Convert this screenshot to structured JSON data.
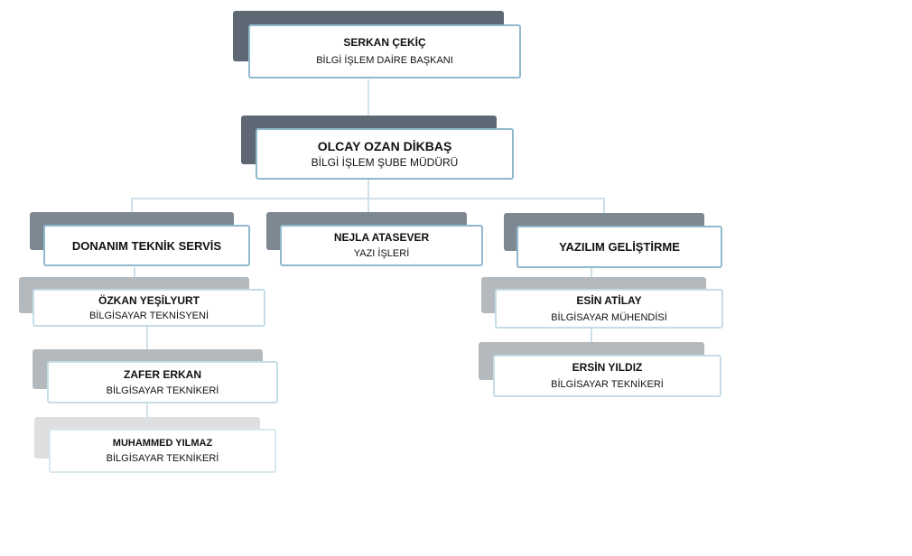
{
  "colors": {
    "dark_shadow": "#5d6874",
    "mid_shadow": "#7e8893",
    "light_shadow": "#b4b9be",
    "pale_shadow": "#dcdee0",
    "card_border": "#8fb9cc",
    "connector": "#cfe0e8"
  },
  "nodes": {
    "serkan": {
      "name": "SERKAN ÇEKİÇ",
      "title": "BİLGİ İŞLEM DAİRE BAŞKANI"
    },
    "olcay": {
      "name": "OLCAY OZAN DİKBAŞ",
      "title": "BİLGİ İŞLEM ŞUBE MÜDÜRÜ"
    },
    "donanim": {
      "name": "DONANIM TEKNİK SERVİS"
    },
    "nejla": {
      "name": "NEJLA ATASEVER",
      "title": "YAZI İŞLERİ"
    },
    "yazilim": {
      "name": "YAZILIM GELİŞTİRME"
    },
    "ozkan": {
      "name": "ÖZKAN YEŞİLYURT",
      "title": "BİLGİSAYAR TEKNİSYENİ"
    },
    "zafer": {
      "name": "ZAFER ERKAN",
      "title": "BİLGİSAYAR TEKNİKERİ"
    },
    "muhammed": {
      "name": "MUHAMMED YILMAZ",
      "title": "BİLGİSAYAR TEKNİKERİ"
    },
    "esin": {
      "name": "ESİN ATİLAY",
      "title": "BİLGİSAYAR MÜHENDİSİ"
    },
    "ersin": {
      "name": "ERSİN YILDIZ",
      "title": "BİLGİSAYAR TEKNİKERİ"
    }
  }
}
